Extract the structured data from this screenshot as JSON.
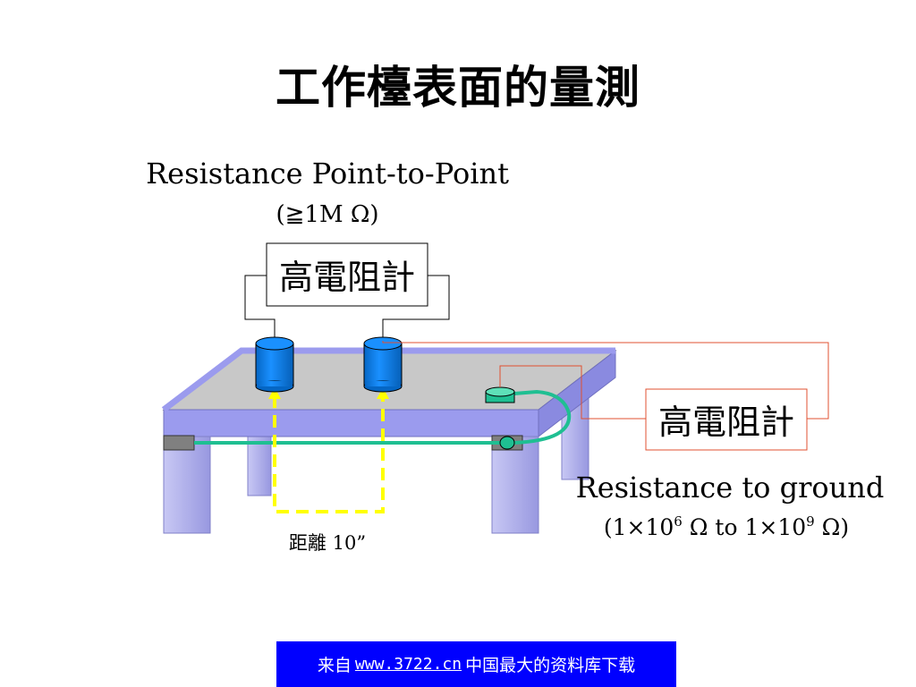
{
  "title": "工作檯表面的量測",
  "point_to_point": {
    "label": "Resistance Point-to-Point",
    "condition": "(≧1M Ω)",
    "meter_label": "高電阻計"
  },
  "to_ground": {
    "label": "Resistance to ground",
    "range_open": "(1×10",
    "exp1": "6",
    "range_mid": " Ω to 1×10",
    "exp2": "9",
    "range_close": " Ω)",
    "meter_label": "高電阻計"
  },
  "distance_label": "距離 10”",
  "footer": {
    "prefix": "来自",
    "link": "www.3722.cn",
    "suffix": "中国最大的资料库下载"
  },
  "colors": {
    "table_frame": "#9b9bee",
    "table_top": "#c8c8c8",
    "electrode": "#0a7fe6",
    "ground_wire": "#1fbf92",
    "ground_meter_border": "#e05030",
    "distance_dash": "#ffff00",
    "footer_bg": "#0000ff"
  }
}
